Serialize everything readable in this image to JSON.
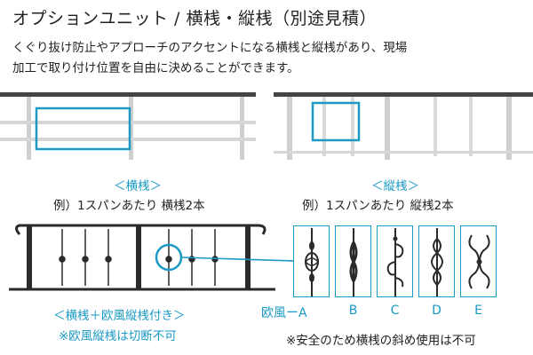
{
  "title": "オプションユニット / 横桟・縦桟（別途見積）",
  "description": [
    "くぐり抜け防止やアプローチのアクセントになる横桟と縦桟があり、現場",
    "加工で取り付け位置を自由に決めることができます。"
  ],
  "horizontal": {
    "caption": "＜横桟＞",
    "example": "例）1スパンあたり 横桟2本"
  },
  "vertical": {
    "caption": "＜縦桟＞",
    "example": "例）1スパンあたり 縦桟2本"
  },
  "combo": {
    "caption": "＜横桟＋欧風縦桟付き＞",
    "note": "※欧風縦桟は切断不可"
  },
  "ornaments": [
    {
      "label": "欧風ーA"
    },
    {
      "label": "B"
    },
    {
      "label": "C"
    },
    {
      "label": "D"
    },
    {
      "label": "E"
    }
  ],
  "footnote": "※安全のため横桟の斜め使用は不可",
  "colors": {
    "accent": "#1a9ac4",
    "frame": "#c6c6c6",
    "rail_dark": "#2a2a2a"
  }
}
